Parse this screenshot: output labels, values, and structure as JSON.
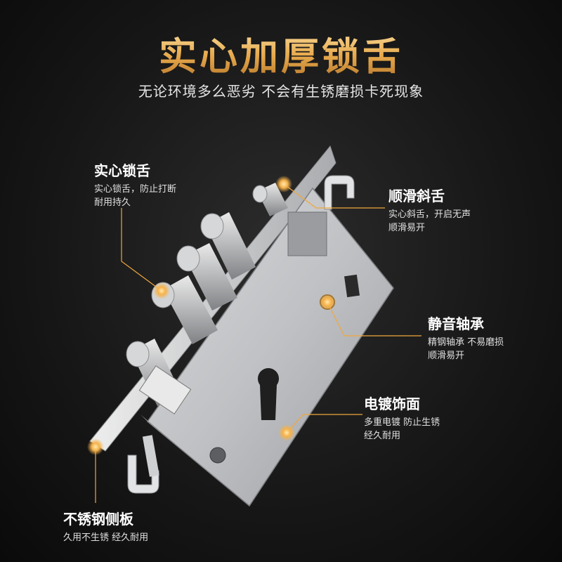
{
  "headline": "实心加厚锁舌",
  "subline": "无论环境多么恶劣  不会有生锈磨损卡死现象",
  "features": [
    {
      "title": "实心锁舌",
      "desc1": "实心锁舌，防止打断",
      "desc2": "耐用持久"
    },
    {
      "title": "顺滑斜舌",
      "desc1": "实心斜舌，开启无声",
      "desc2": "顺滑易开"
    },
    {
      "title": "静音轴承",
      "desc1": "精钢轴承  不易磨损",
      "desc2": "顺滑易开"
    },
    {
      "title": "电镀饰面",
      "desc1": "多重电镀  防止生锈",
      "desc2": "经久耐用"
    },
    {
      "title": "不锈钢侧板",
      "desc1": "久用不生锈  经久耐用",
      "desc2": ""
    }
  ],
  "colors": {
    "accent": "#f0a73c",
    "text": "#ffffff",
    "background": "#161616"
  }
}
